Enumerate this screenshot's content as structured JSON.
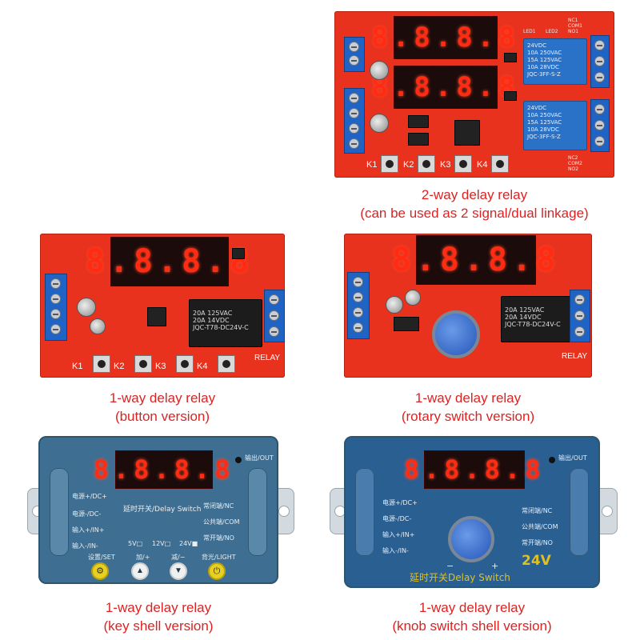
{
  "products": [
    {
      "caption_line1": "2-way delay relay",
      "caption_line2": "(can be used as 2 signal/dual linkage)",
      "display_digits": [
        "8.8.8.8",
        "8.8.8.8"
      ],
      "buttons": [
        "K1",
        "K2",
        "K3",
        "K4"
      ],
      "relay_text": [
        "24VDC",
        "10A 250VAC",
        "15A 125VAC",
        "10A 28VDC",
        "JQC-3FF-S-Z"
      ],
      "pins_right": [
        "NC1",
        "COM1",
        "NO1",
        "NC2",
        "COM2",
        "NO2"
      ],
      "leds": [
        "LED1",
        "LED2"
      ]
    },
    {
      "caption_line1": "1-way delay relay",
      "caption_line2": "(button version)",
      "display_digits": "8.8.8.8",
      "buttons": [
        "K1",
        "K2",
        "K3",
        "K4"
      ],
      "relay_text": [
        "20A  125VAC",
        "20A  14VDC",
        "JQC-T78-DC24V-C"
      ],
      "relay_label": "RELAY"
    },
    {
      "caption_line1": "1-way delay relay",
      "caption_line2": "(rotary switch version)",
      "display_digits": "8.8.8.8",
      "relay_text": [
        "20A  125VAC",
        "20A  14VDC",
        "JQC-T78-DC24V-C"
      ],
      "relay_label": "RELAY"
    },
    {
      "caption_line1": "1-way delay relay",
      "caption_line2": "(key shell version)",
      "display_digits": "8.8.8.8",
      "output_label": "输出/OUT",
      "title": "延时开关/Delay Switch",
      "left_labels": [
        "电源+/DC+",
        "电源-/DC-",
        "输入+/IN+",
        "输入-/IN-"
      ],
      "right_labels": [
        "常闭端/NC",
        "公共端/COM",
        "常开端/NO"
      ],
      "voltages": [
        "5V□",
        "12V□",
        "24V■"
      ],
      "buttons": [
        "设置/SET",
        "加/+",
        "减/−",
        "背光/LIGHT"
      ]
    },
    {
      "caption_line1": "1-way delay relay",
      "caption_line2": "(knob switch shell version)",
      "display_digits": "8.8.8.8",
      "output_label": "输出/OUT",
      "title": "延时开关Delay Switch",
      "left_labels": [
        "电源+/DC+",
        "电源-/DC-",
        "输入+/IN+",
        "输入-/IN-"
      ],
      "right_labels": [
        "常闭端/NC",
        "公共端/COM",
        "常开端/NO"
      ],
      "voltage": "24V",
      "knob_marks": [
        "−",
        "+"
      ]
    }
  ]
}
